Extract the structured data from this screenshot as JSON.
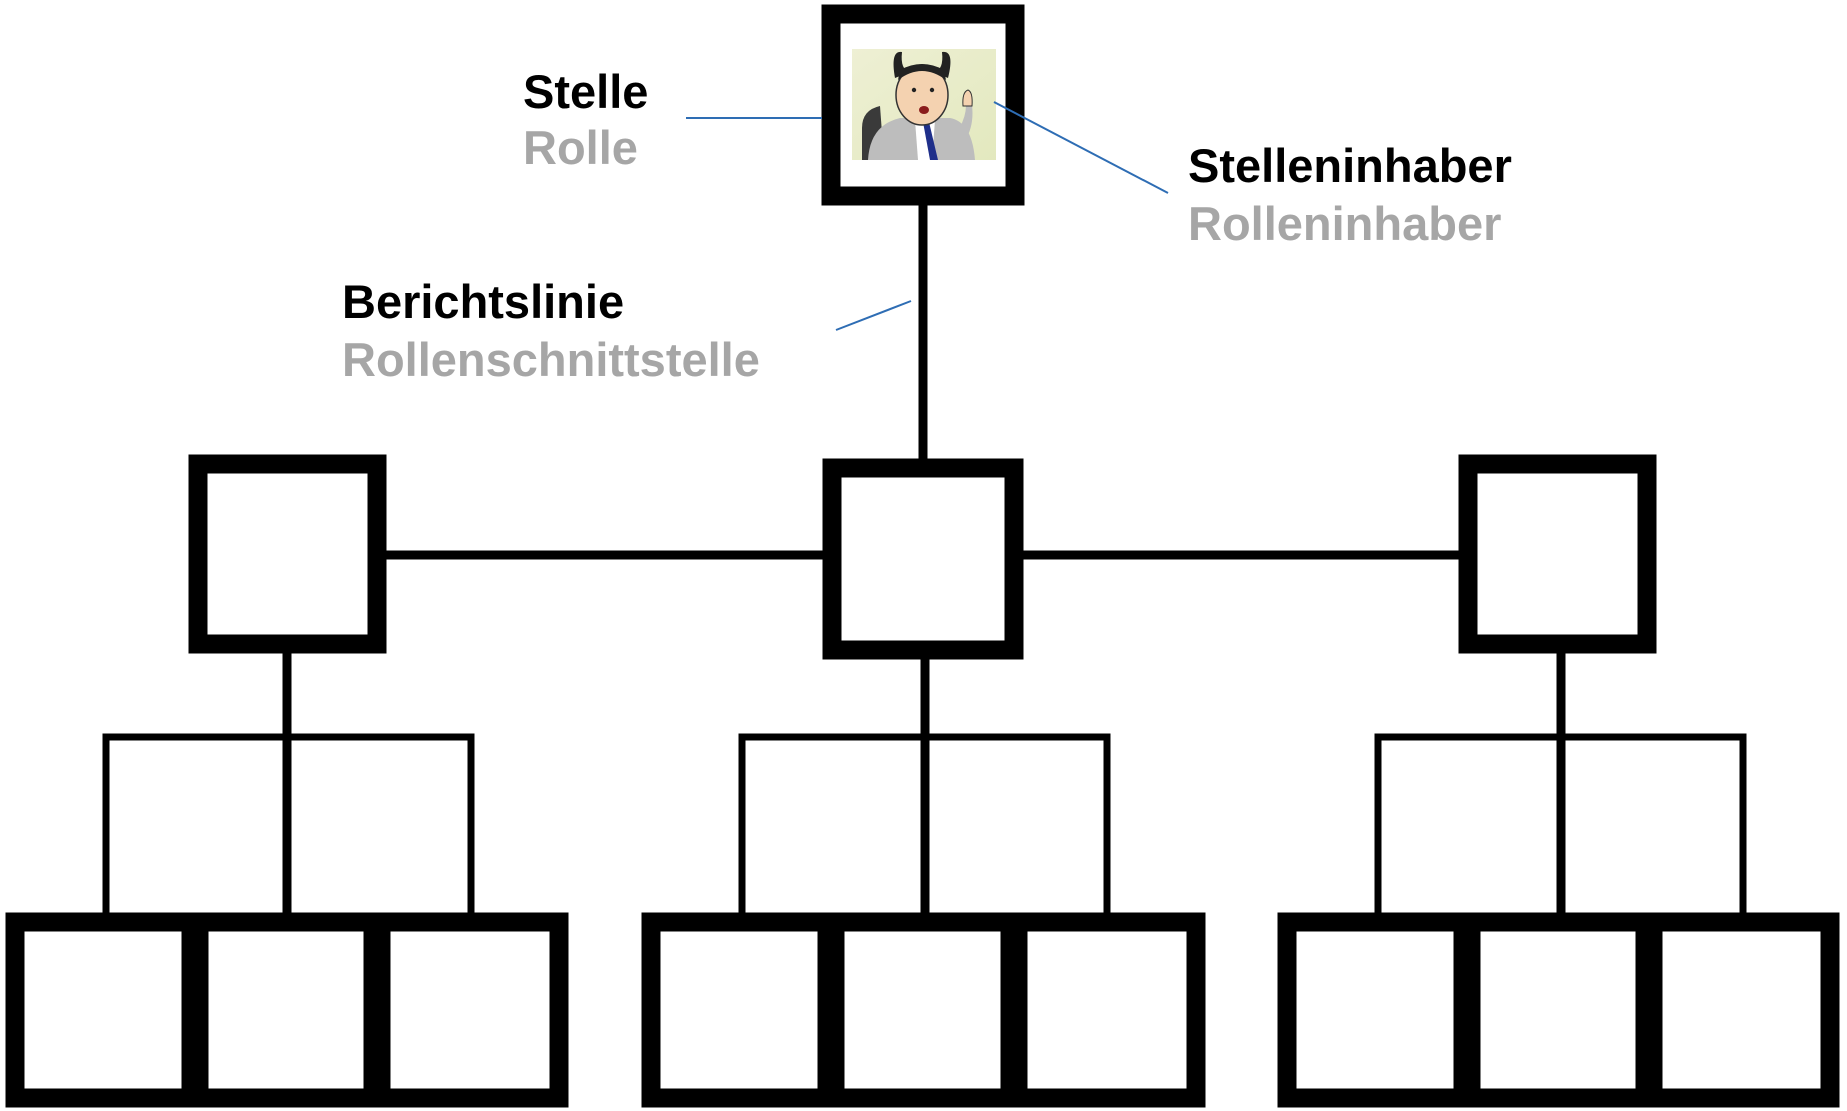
{
  "labels": {
    "position": {
      "title": "Stelle",
      "subtitle": "Rolle"
    },
    "holder": {
      "title": "Stelleninhaber",
      "subtitle": "Rolleninhaber"
    },
    "reporting_line": {
      "title": "Berichtslinie",
      "subtitle": "Rollenschnittstelle"
    }
  },
  "colors": {
    "line": "#000000",
    "pointer": "#2e6db4",
    "subtitle": "#a6a6a6",
    "portrait_bg": "#e8ecc8"
  },
  "top_box_icon": "businessman-cartoon-icon"
}
